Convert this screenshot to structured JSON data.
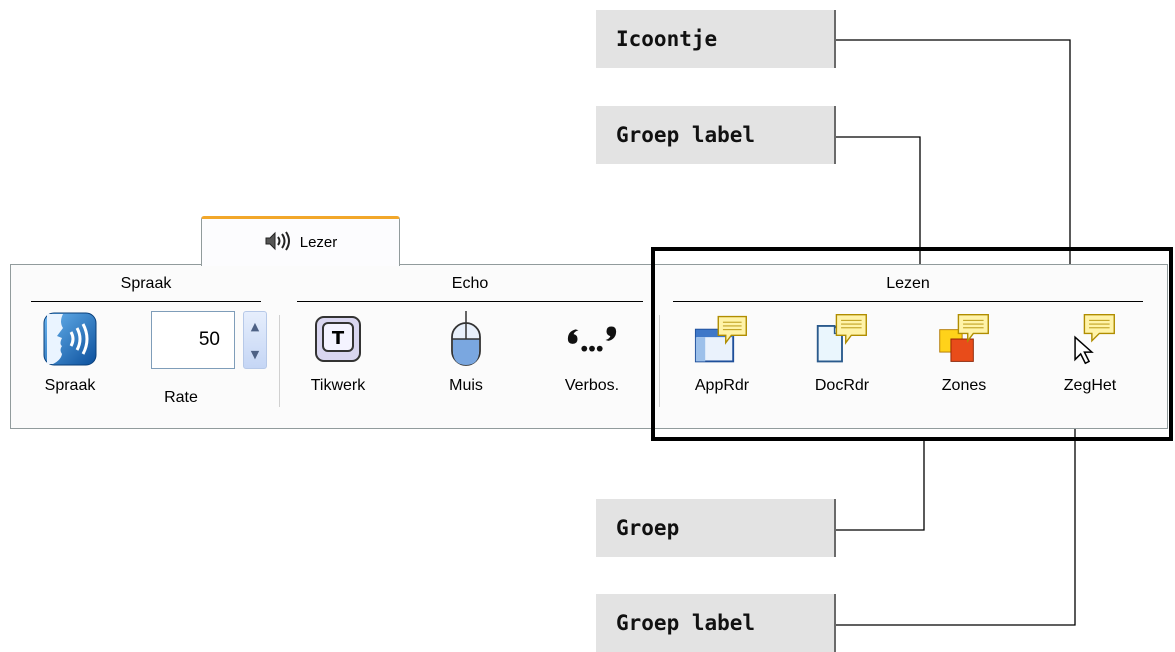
{
  "callouts": {
    "icon": "Icoontje",
    "group_label_top": "Groep label",
    "group": "Groep",
    "group_label_bottom": "Groep label"
  },
  "tab": {
    "icon": "speaker-icon",
    "label": "Lezer"
  },
  "groups": {
    "spraak": {
      "label": "Spraak",
      "speech_button": {
        "icon": "speaking-head-icon",
        "label": "Spraak"
      },
      "rate": {
        "value": "50",
        "label": "Rate"
      }
    },
    "echo": {
      "label": "Echo",
      "buttons": [
        {
          "icon": "typing-key-icon",
          "label": "Tikwerk"
        },
        {
          "icon": "mouse-icon",
          "label": "Muis"
        },
        {
          "icon": "verbosity-quote-icon",
          "label": "Verbos."
        }
      ]
    },
    "lezen": {
      "label": "Lezen",
      "buttons": [
        {
          "icon": "app-reader-icon",
          "label": "AppRdr"
        },
        {
          "icon": "doc-reader-icon",
          "label": "DocRdr"
        },
        {
          "icon": "zones-icon",
          "label": "Zones"
        },
        {
          "icon": "say-it-cursor-icon",
          "label": "ZegHet"
        }
      ]
    }
  },
  "colors": {
    "tab_accent": "#f2a72a",
    "callout_bg": "#e3e3e3",
    "panel_border": "#919b9c"
  }
}
